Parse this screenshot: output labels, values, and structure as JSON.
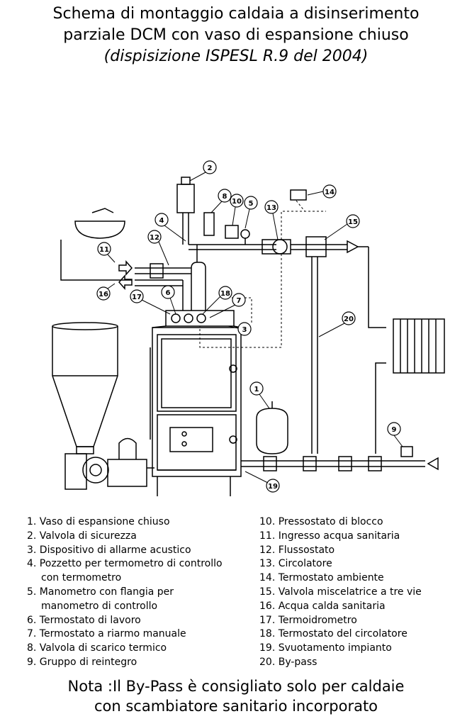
{
  "title": {
    "line1": "Schema di montaggio caldaia a disinserimento",
    "line2": "parziale DCM con vaso di espansione chiuso",
    "line3": "(dispisizione  ISPESL R.9 del 2004)"
  },
  "diagram": {
    "callouts": [
      "1",
      "2",
      "3",
      "4",
      "5",
      "6",
      "7",
      "8",
      "9",
      "10",
      "11",
      "12",
      "13",
      "14",
      "15",
      "16",
      "17",
      "18",
      "19",
      "20"
    ]
  },
  "legend": {
    "left": [
      "1. Vaso di espansione chiuso",
      "2. Valvola di sicurezza",
      "3. Dispositivo di allarme acustico",
      "4. Pozzetto per termometro di controllo",
      "   con termometro",
      "5. Manometro con flangia per",
      "   manometro di controllo",
      "6. Termostato di lavoro",
      "7. Termostato a riarmo manuale",
      "8. Valvola di scarico termico",
      "9. Gruppo di reintegro"
    ],
    "right": [
      "10. Pressostato di blocco",
      "11. Ingresso acqua sanitaria",
      "12. Flussostato",
      "13. Circolatore",
      "14. Termostato ambiente",
      "15. Valvola miscelatrice a tre vie",
      "16. Acqua calda sanitaria",
      "17. Termoidrometro",
      "18. Termostato del circolatore",
      "19. Svuotamento impianto",
      "20. By-pass"
    ]
  },
  "note": {
    "line1": "Nota :Il By-Pass è consigliato solo per caldaie",
    "line2": "con scambiatore sanitario incorporato"
  }
}
